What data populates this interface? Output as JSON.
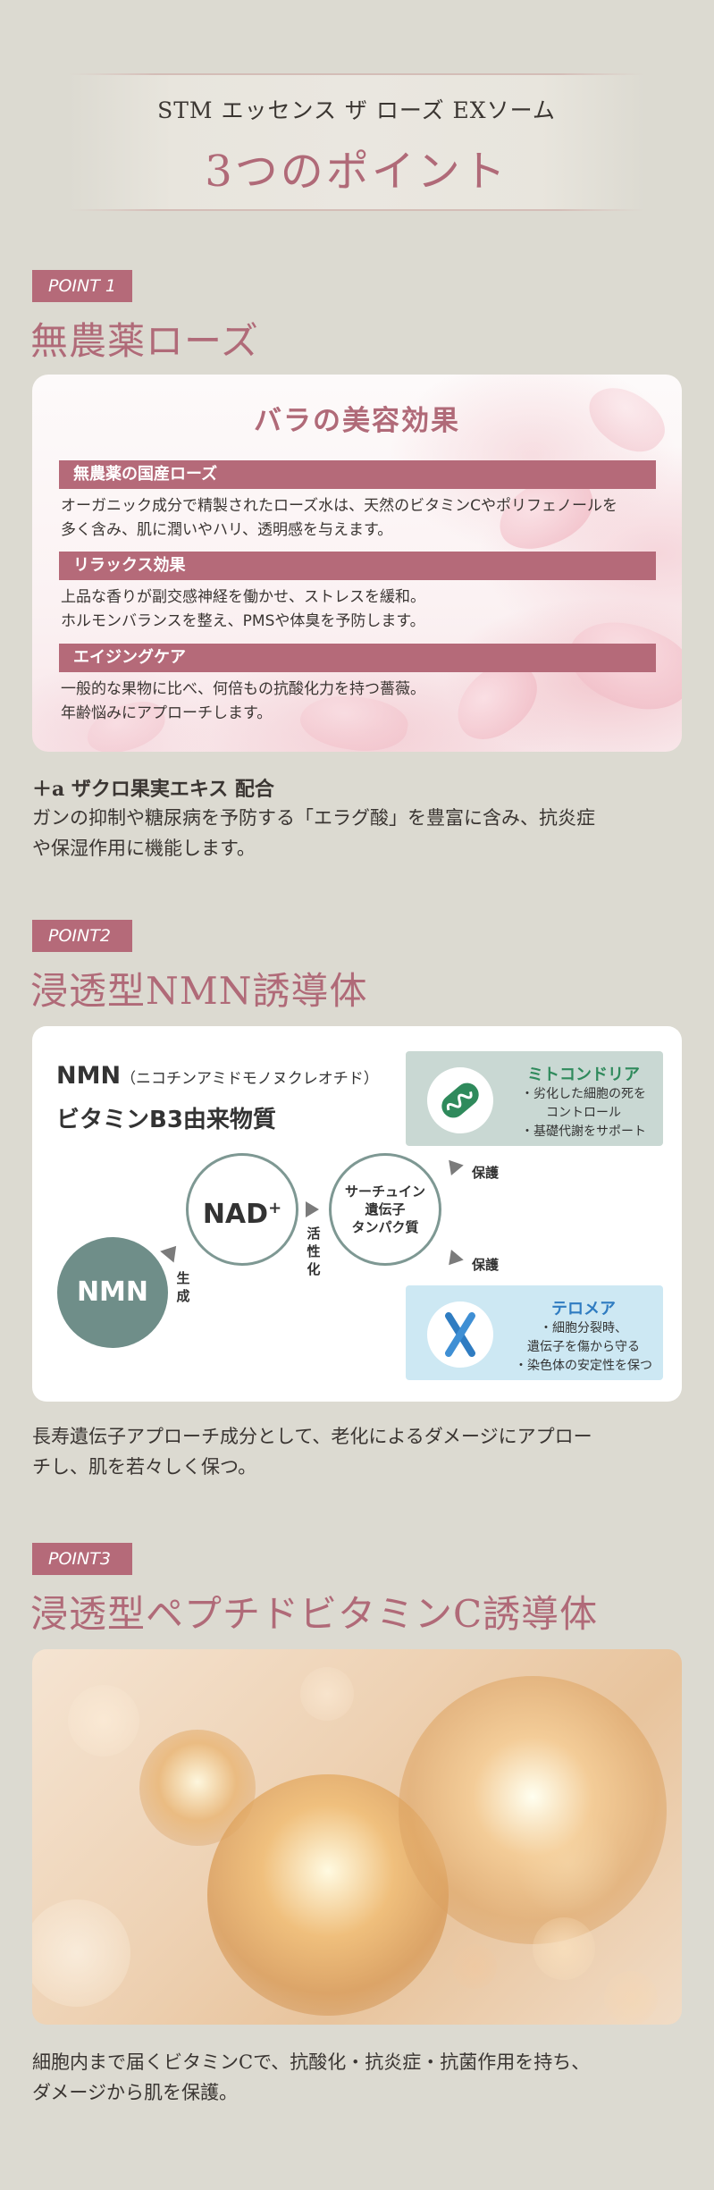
{
  "header": {
    "subtitle": "STM エッセンス ザ ローズ EXソーム",
    "title": "3つのポイント"
  },
  "point1": {
    "badge": "POINT 1",
    "title": "無農薬ローズ",
    "card": {
      "title": "バラの美容効果",
      "items": [
        {
          "heading": "無農薬の国産ローズ",
          "lines": [
            "オーガニック成分で精製されたローズ水は、天然のビタミンCやポリフェノールを",
            "多く含み、肌に潤いやハリ、透明感を与えます。"
          ]
        },
        {
          "heading": "リラックス効果",
          "lines": [
            "上品な香りが副交感神経を働かせ、ストレスを緩和。",
            "ホルモンバランスを整え、PMSや体臭を予防します。"
          ]
        },
        {
          "heading": "エイジングケア",
          "lines": [
            "一般的な果物に比べ、何倍もの抗酸化力を持つ薔薇。",
            "年齢悩みにアプローチします。"
          ]
        }
      ]
    },
    "plus_heading": "＋a ザクロ果実エキス 配合",
    "plus_lines": [
      "ガンの抑制や糖尿病を予防する「エラグ酸」を豊富に含み、抗炎症",
      "や保湿作用に機能します。"
    ]
  },
  "point2": {
    "badge": "POINT2",
    "title": "浸透型NMN誘導体",
    "card": {
      "nmn_label": "NMN",
      "nmn_paren": "（ニコチンアミドモノヌクレオチド）",
      "nmn_sub": "ビタミンB3由来物質",
      "circle_nmn": "NMN",
      "circle_nad": "NAD",
      "circle_nad_sup": "+",
      "circle_sirtuin": [
        "サーチュイン",
        "遺伝子",
        "タンパク質"
      ],
      "label_generate": [
        "生",
        "成"
      ],
      "label_activate": [
        "活",
        "性",
        "化"
      ],
      "protect_label": "保護",
      "mito": {
        "title": "ミトコンドリア",
        "lines": [
          "・劣化した細胞の死を",
          "コントロール",
          "・基礎代謝をサポート"
        ]
      },
      "telomere": {
        "title": "テロメア",
        "lines": [
          "・細胞分裂時、",
          "遺伝子を傷から守る",
          "・染色体の安定性を保つ"
        ]
      }
    },
    "body_lines": [
      "長寿遺伝子アプローチ成分として、老化によるダメージにアプロー",
      "チし、肌を若々しく保つ。"
    ]
  },
  "point3": {
    "badge": "POINT3",
    "title": "浸透型ペプチドビタミンC誘導体",
    "body_lines": [
      "細胞内まで届くビタミンCで、抗酸化・抗炎症・抗菌作用を持ち、",
      "ダメージから肌を保護。"
    ]
  },
  "colors": {
    "accent": "#b56a79",
    "background": "#dcdad1",
    "mito_box": "#c9d8d3",
    "telomere_box": "#cde8f3",
    "nmn_circle": "#6f8e89"
  }
}
